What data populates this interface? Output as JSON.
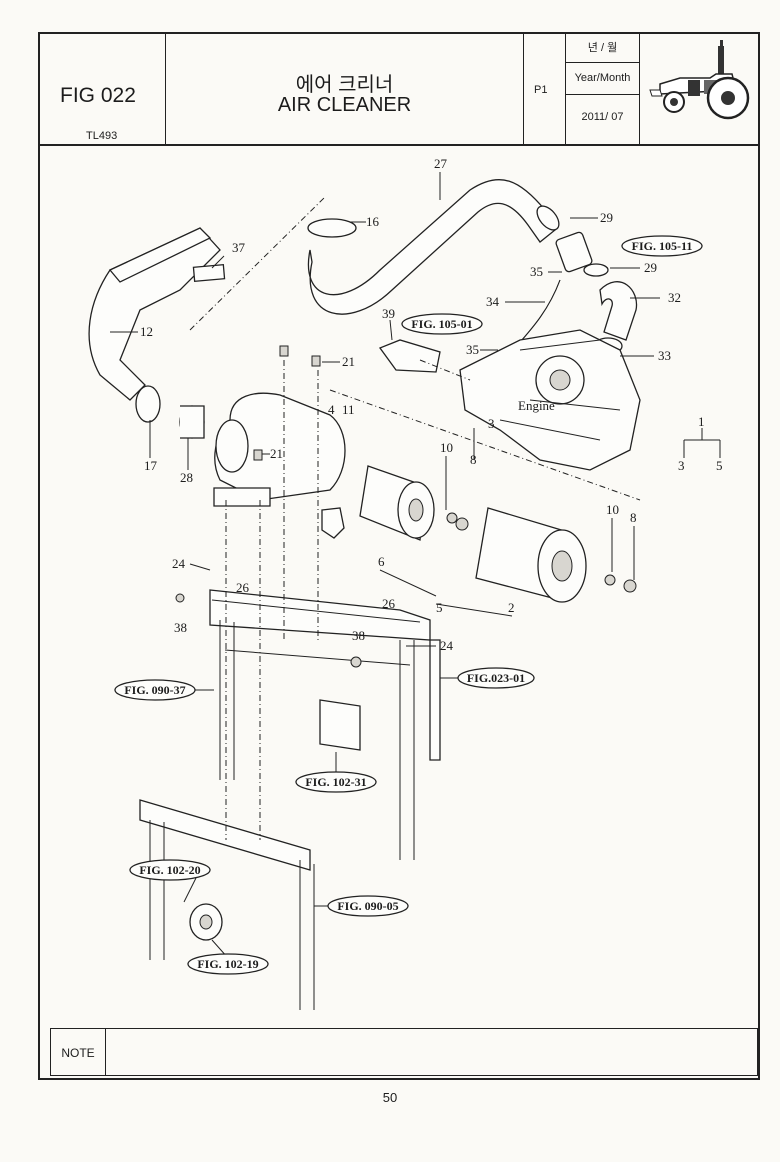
{
  "header": {
    "fig_no": "FIG 022",
    "model": "TL493",
    "title_ko": "에어 크리너",
    "title_en": "AIR CLEANER",
    "page": "P1",
    "ym_ko": "년 / 월",
    "ym_en": "Year/Month",
    "date": "2011/ 07"
  },
  "diagram": {
    "callouts": {
      "c27": "27",
      "c16": "16",
      "c29a": "29",
      "c29b": "29",
      "c37": "37",
      "c35a": "35",
      "c35b": "35",
      "c32": "32",
      "c34": "34",
      "c39": "39",
      "c12": "12",
      "c33": "33",
      "c21a": "21",
      "c21b": "21",
      "c4": "4",
      "c11": "11",
      "c3": "3",
      "c1": "1",
      "c3b": "3",
      "c5b": "5",
      "c10a": "10",
      "c8a": "8",
      "c17": "17",
      "c28": "28",
      "c10b": "10",
      "c8b": "8",
      "c6": "6",
      "c24a": "24",
      "c26a": "26",
      "c38a": "38",
      "c26b": "26",
      "c5": "5",
      "c2": "2",
      "c38b": "38",
      "c24b": "24",
      "engine": "Engine"
    },
    "refs": {
      "r1": "FIG. 105-11",
      "r2": "FIG. 105-01",
      "r3": "FIG.023-01",
      "r4": "FIG. 090-37",
      "r5": "FIG. 102-31",
      "r6": "FIG. 102-20",
      "r7": "FIG. 090-05",
      "r8": "FIG. 102-19"
    }
  },
  "note": {
    "label": "NOTE",
    "text": ""
  },
  "page_number": "50"
}
